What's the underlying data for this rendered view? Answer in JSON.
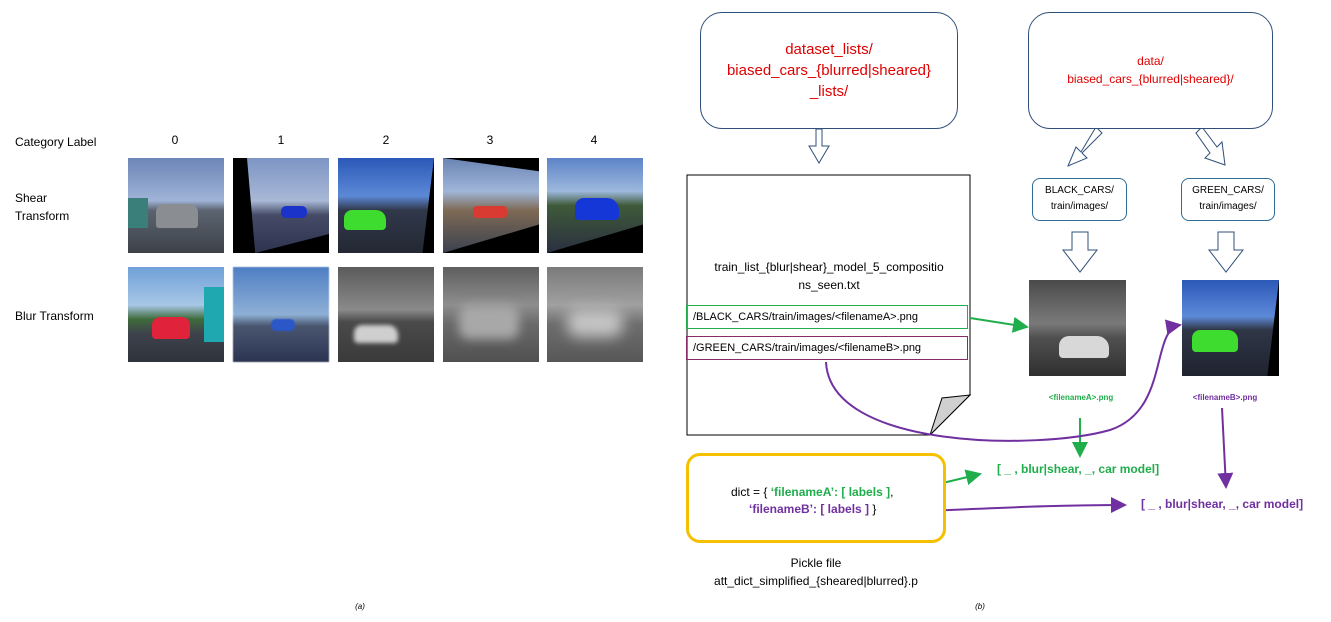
{
  "panel_a": {
    "header_label": "Category Label",
    "categories": [
      "0",
      "1",
      "2",
      "3",
      "4"
    ],
    "row_shear": "Shear\nTransform",
    "row_blur": "Blur Transform",
    "caption": "(a)"
  },
  "panel_b": {
    "box_dataset_lists": "dataset_lists/\nbiased_cars_{blurred|sheared}\n_lists/",
    "box_data": "data/\nbiased_cars_{blurred|sheared}/",
    "box_black": "BLACK_CARS/\ntrain/images/",
    "box_green": "GREEN_CARS/\ntrain/images/",
    "file_title": "train_list_{blur|shear}_model_5_compositio\nns_seen.txt",
    "file_line_a": "/BLACK_CARS/train/images/<filenameA>.png",
    "file_line_b": "/GREEN_CARS/train/images/<filenameB>.png",
    "img_label_a": "<filenameA>.png",
    "img_label_b": "<filenameB>.png",
    "labels_a": "[ _ , blur|shear, _, car model]",
    "labels_b": "[ _ , blur|shear, _, car model]",
    "dict_prefix": "dict = { ",
    "dict_key_a": "‘filenameA’: [ labels ]",
    "dict_comma": ",",
    "dict_key_b": "‘filenameB’: [ labels ]",
    "dict_suffix": " }",
    "pickle_title": "Pickle file",
    "pickle_name": "att_dict_simplified_{sheared|blurred}.p",
    "caption": "(b)"
  },
  "colors": {
    "red": "#e00000",
    "green": "#1fae4b",
    "purple": "#7030a0",
    "navy": "#2f4f7a",
    "gold": "#f5c000"
  }
}
